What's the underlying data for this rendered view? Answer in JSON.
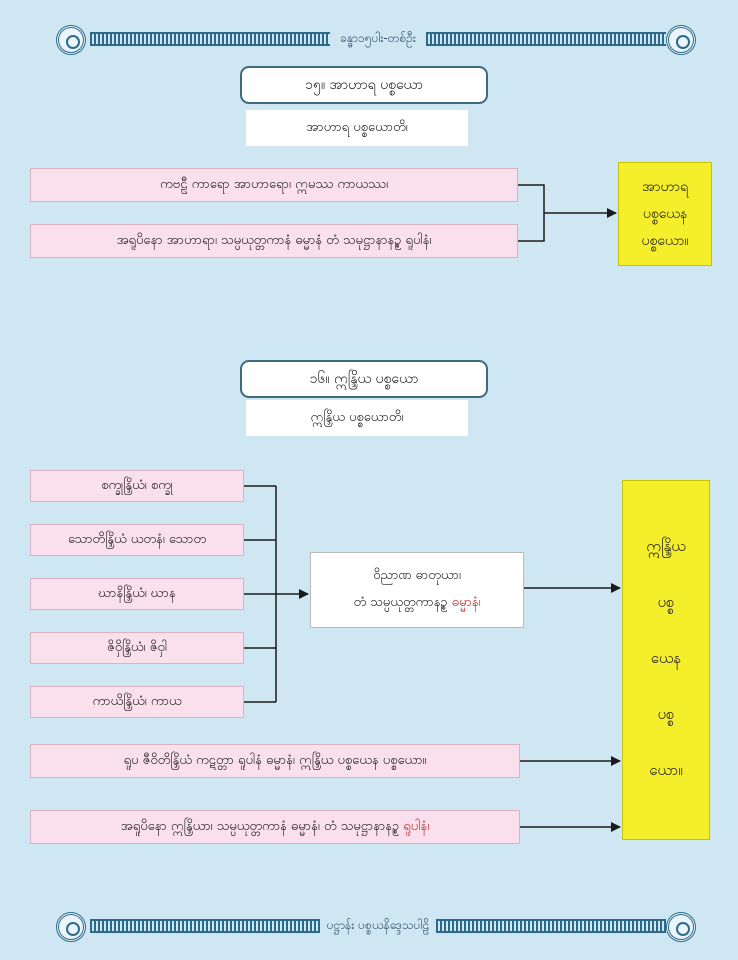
{
  "header": {
    "text": "ခန္ဓာ၁၅ပါး-တစ်ဦး"
  },
  "footer": {
    "text": "ပဋ္ဌာန်း ပစ္စယနိဒ္ဒေသပါဠိ"
  },
  "section1": {
    "title": "၁၅။ အာဟာရ ပစ္စယော",
    "subtitle": "အာဟာရ ပစ္စယောတိ၊",
    "items": [
      "ကဗဠီ ကာရော အာဟာရော၊ ဣမဿ ကာယဿ၊",
      "အရူပိနော အာဟာရာ၊ သမ္ပယုတ္တကာနံ ဓမ္မာနံ တံ သမုဋ္ဌာနာနဥ္စ ရူပါနံ၊"
    ],
    "result": [
      "အာဟာရ",
      "ပစ္စယေန",
      "ပစ္စယော။"
    ]
  },
  "section2": {
    "title": "၁၆။ ဣန္ဒြိယ ပစ္စယော",
    "subtitle": "ဣန္ဒြိယ ပစ္စယောတိ၊",
    "senses": [
      "စက္ခုန္ဒြိယံ၊ စက္ခု",
      "သောတိန္ဒြိယံ ယတနံ၊ သောတ",
      "ဃာနိန္ဒြိယံ၊ ဃာန",
      "ဇိဝှိန္ဒြိယံ၊ ဇိဝှါ",
      "ကာယိန္ဒြိယံ၊ ကာယ"
    ],
    "middle": {
      "line1": "ဝိညာဏ ဓာတုယာ၊",
      "line2_prefix": "တံ သမ္ပယုတ္တကာနဉ္စ",
      "line2_red": "ဓမ္မာနံ၊"
    },
    "row6": "ရူပ ဇီဝိတိန္ဒြိယံ ကဋတ္တာ ရူပါနံ ဓမ္မာနံ၊ ဣန္ဒြိယ ပစ္စယေန ပစ္စယော။",
    "row7_prefix": "အရူပိနော ဣန္ဒြိယာ၊ သမ္ပယုတ္တကာနံ ဓမ္မာနံ၊ တံ သမုဋ္ဌာနာနဥ္စ",
    "row7_red": "ရူပါနံ၊",
    "result": [
      "ဣန္ဒြိယ",
      "ပစ္စ",
      "ယေန",
      "ပစ္စ",
      "ယော။"
    ]
  },
  "colors": {
    "background": "#cfe7f2",
    "pink_box": "#fae0ec",
    "yellow_box": "#f5ee2a",
    "connector": "#1b1b1b",
    "accent_red": "#c1272d",
    "frame": "#2d6a8a"
  }
}
